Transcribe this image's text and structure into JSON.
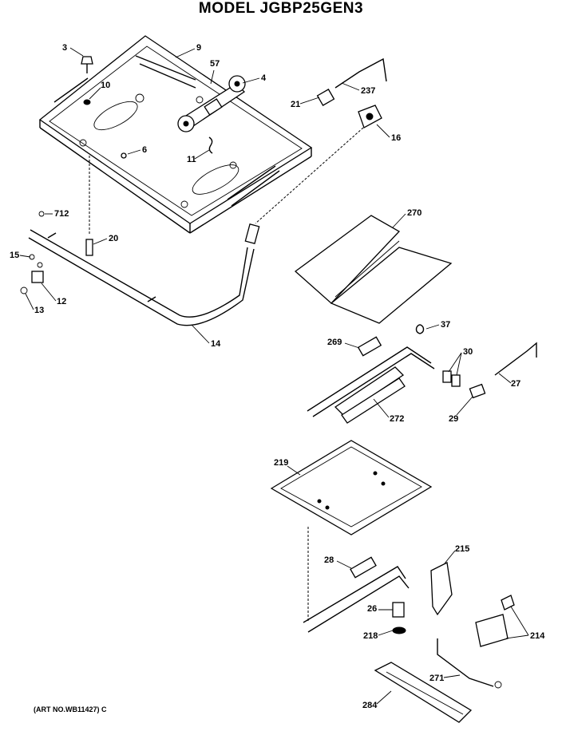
{
  "title": "MODEL JGBP25GEN3",
  "art_number": "(ART NO.WB11427) C",
  "part_labels": [
    "3",
    "9",
    "57",
    "4",
    "10",
    "237",
    "21",
    "16",
    "6",
    "11",
    "712",
    "20",
    "270",
    "15",
    "12",
    "13",
    "14",
    "37",
    "269",
    "30",
    "27",
    "272",
    "29",
    "219",
    "215",
    "28",
    "26",
    "218",
    "214",
    "271",
    "284"
  ]
}
